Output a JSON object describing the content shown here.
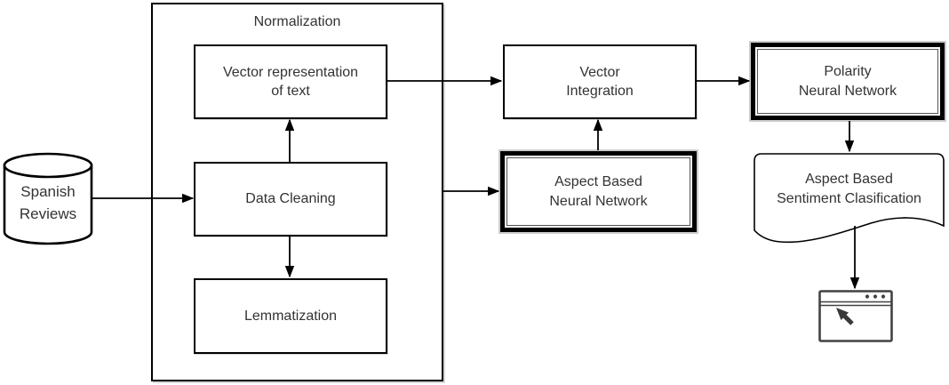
{
  "diagram": {
    "colors": {
      "stroke": "#000000",
      "shape_fill": "#ffffff",
      "text": "#333333",
      "icon_stroke": "#424242",
      "shadow": "#cccccc"
    },
    "normalization_group": {
      "label": "Normalization"
    },
    "nodes": {
      "spanish_reviews": {
        "line1": "Spanish",
        "line2": "Reviews"
      },
      "vector_representation": {
        "line1": "Vector representation",
        "line2": "of text"
      },
      "data_cleaning": {
        "label": "Data Cleaning"
      },
      "lemmatization": {
        "label": "Lemmatization"
      },
      "vector_integration": {
        "line1": "Vector",
        "line2": "Integration"
      },
      "aspect_based_nn": {
        "line1": "Aspect Based",
        "line2": "Neural Network"
      },
      "polarity_nn": {
        "line1": "Polarity",
        "line2": "Neural Network"
      },
      "sentiment_output": {
        "line1": "Aspect Based",
        "line2": "Sentiment Clasification"
      }
    },
    "icons": {
      "datastore": "database-cylinder-icon",
      "output_document": "wavy-document-icon",
      "browser": "browser-window-icon",
      "cursor": "mouse-pointer-icon"
    }
  }
}
